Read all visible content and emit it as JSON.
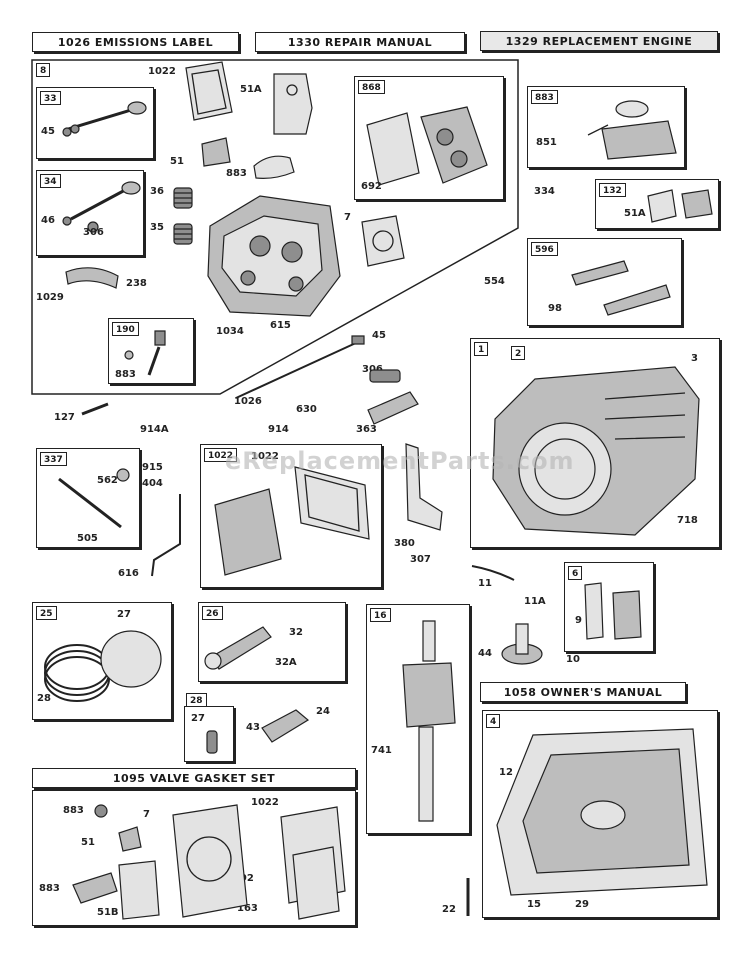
{
  "headers": {
    "emissions_label": "1026 EMISSIONS LABEL",
    "repair_manual": "1330 REPAIR MANUAL",
    "replacement_engine": "1329 REPLACEMENT ENGINE",
    "owners_manual": "1058 OWNER'S MANUAL",
    "valve_gasket_set": "1095 VALVE GASKET SET"
  },
  "watermark": "eReplacementParts.com",
  "groups": {
    "g8": "8",
    "g33": "33",
    "g34": "34",
    "g868": "868",
    "g190": "190",
    "g883": "883",
    "g132": "132",
    "g596": "596",
    "g1": "1",
    "g2": "2",
    "g337": "337",
    "g1022": "1022",
    "g6": "6",
    "g25": "25",
    "g26": "26",
    "g16": "16",
    "g28": "28",
    "g4": "4"
  },
  "labels": {
    "l1022a": "1022",
    "l51a_a": "51A",
    "l51a": "51",
    "l883a": "883",
    "l45a": "45",
    "l46": "46",
    "l306a": "306",
    "l36": "36",
    "l35": "35",
    "l1029": "1029",
    "l238": "238",
    "l1034": "1034",
    "l615": "615",
    "l692": "692",
    "l7a": "7",
    "l851": "851",
    "l334": "334",
    "l51a_b": "51A",
    "l554": "554",
    "l98": "98",
    "l3": "3",
    "l306b": "306",
    "l45b": "45",
    "l1026": "1026",
    "l630": "630",
    "l914": "914",
    "l363": "363",
    "l127": "127",
    "l914a": "914A",
    "l915": "915",
    "l404": "404",
    "l562": "562",
    "l505": "505",
    "l616": "616",
    "l1022b": "1022",
    "l380": "380",
    "l307": "307",
    "l718": "718",
    "l11": "11",
    "l11a": "11A",
    "l9": "9",
    "l10": "10",
    "l27a": "27",
    "l28": "28",
    "l32": "32",
    "l32a": "32A",
    "l27b": "27",
    "l43": "43",
    "l24": "24",
    "l44": "44",
    "l741": "741",
    "l12": "12",
    "l22": "22",
    "l15": "15",
    "l29": "29",
    "l883b": "883",
    "l51b": "51",
    "l7b": "7",
    "l1022c": "1022",
    "l883c": "883",
    "l692b": "692",
    "l51b2": "51B",
    "l163": "163"
  }
}
